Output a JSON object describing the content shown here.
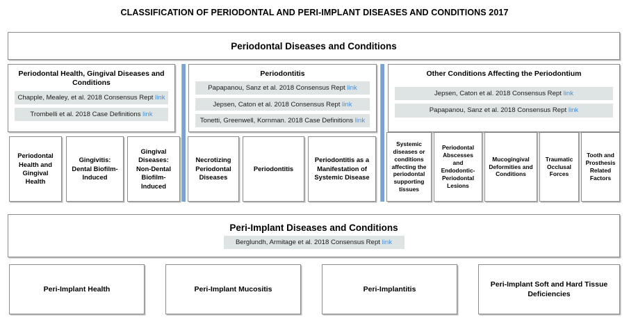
{
  "title": "CLASSIFICATION OF PERIODONTAL AND PERI-IMPLANT DISEASES AND CONDITIONS 2017",
  "link_color": "#4b90d8",
  "citation_bg": "#dde4e3",
  "divider_color": "#7ba3cf",
  "periodontal": {
    "banner_title": "Periodontal Diseases and Conditions",
    "columns": [
      {
        "id": "health",
        "title": "Periodontal Health, Gingival Diseases and Conditions",
        "citations": [
          {
            "text": "Chapple, Mealey, et al. 2018 Consensus Rept",
            "link": "link"
          },
          {
            "text": "Trombelli et al. 2018 Case Definitions",
            "link": "link"
          }
        ],
        "leaves": [
          "Periodontal Health and Gingival Health",
          "Gingivitis: Dental Biofilm-Induced",
          "Gingival Diseases: Non-Dental Biofilm-Induced"
        ]
      },
      {
        "id": "periodontitis",
        "title": "Periodontitis",
        "citations": [
          {
            "text": "Papapanou, Sanz et al. 2018 Consensus Rept",
            "link": "link"
          },
          {
            "text": "Jepsen, Caton et al. 2018 Consensus Rept",
            "link": "link"
          },
          {
            "text": "Tonetti, Greenwell, Kornman. 2018 Case Definitions",
            "link": "link"
          }
        ],
        "leaves": [
          "Necrotizing Periodontal Diseases",
          "Periodontitis",
          "Periodontitis as a Manifestation of Systemic Disease"
        ]
      },
      {
        "id": "other",
        "title": "Other Conditions Affecting the Periodontium",
        "citations": [
          {
            "text": "Jepsen, Caton et al. 2018 Consensus Rept",
            "link": "link"
          },
          {
            "text": "Papapanou, Sanz et al. 2018 Consensus Rept",
            "link": "link"
          }
        ],
        "leaves": [
          "Systemic diseases or conditions affecting the periodontal supporting tissues",
          "Periodontal Abscesses and Endodontic-Periodontal Lesions",
          "Mucogingival Deformities and Conditions",
          "Traumatic Occlusal Forces",
          "Tooth and Prosthesis Related Factors"
        ]
      }
    ]
  },
  "periimplant": {
    "banner_title": "Peri-Implant Diseases and Conditions",
    "citation": {
      "text": "Berglundh, Armitage et al. 2018 Consensus Rept",
      "link": "link"
    },
    "leaves": [
      "Peri-Implant Health",
      "Peri-Implant Mucositis",
      "Peri-Implantitis",
      "Peri-Implant Soft and Hard Tissue Deficiencies"
    ]
  }
}
